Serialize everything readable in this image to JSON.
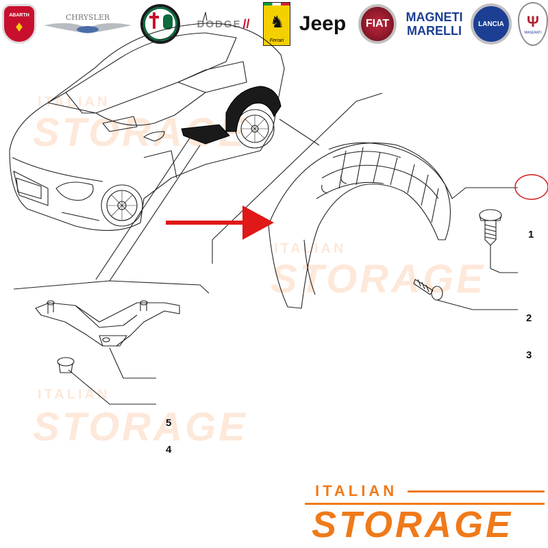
{
  "brands": [
    {
      "name": "ABARTH",
      "icon": "abarth-logo-icon",
      "color": "#c8102e"
    },
    {
      "name": "CHRYSLER",
      "icon": "chrysler-logo-icon",
      "color": "#8a8d91"
    },
    {
      "name": "ALFA ROMEO",
      "icon": "alfa-romeo-logo-icon",
      "color": "#0c6b3f"
    },
    {
      "name": "DODGE",
      "icon": "dodge-logo-icon",
      "color": "#c8102e"
    },
    {
      "name": "Ferrari",
      "icon": "ferrari-logo-icon",
      "color": "#f5d000"
    },
    {
      "name": "Jeep",
      "icon": "jeep-logo-icon",
      "color": "#111111"
    },
    {
      "name": "FIAT",
      "icon": "fiat-logo-icon",
      "color": "#a01c30"
    },
    {
      "name": "MAGNETI MARELLI",
      "icon": "magneti-marelli-logo-icon",
      "color": "#1c3f94"
    },
    {
      "name": "LANCIA",
      "icon": "lancia-logo-icon",
      "color": "#1c3f94"
    },
    {
      "name": "MASERATI",
      "icon": "maserati-logo-icon",
      "color": "#b22234"
    }
  ],
  "callouts": [
    "1",
    "2",
    "3",
    "4",
    "5"
  ],
  "watermark": {
    "italian": "ITALIAN",
    "storage": "STORAGE"
  },
  "logo": {
    "italian": "ITALIAN",
    "storage": "STORAGE",
    "color": "#ef7a1a"
  },
  "arrow_color": "#e01818"
}
